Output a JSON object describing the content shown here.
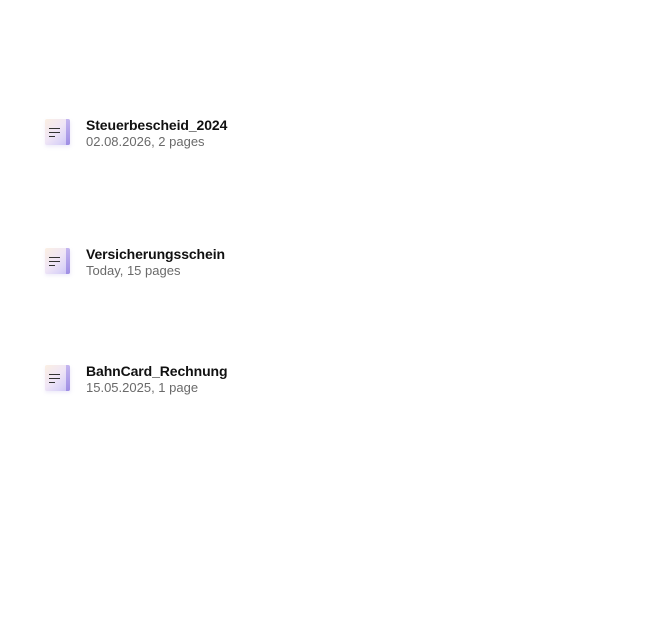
{
  "documents": [
    {
      "title": "Steuerbescheid_2024",
      "meta": "02.08.2026, 2 pages",
      "icon": "document-icon"
    },
    {
      "title": "Versicherungsschein",
      "meta": "Today, 15 pages",
      "icon": "document-icon"
    },
    {
      "title": "BahnCard_Rechnung",
      "meta": "15.05.2025, 1 page",
      "icon": "document-icon"
    }
  ],
  "colors": {
    "title": "#111111",
    "meta": "#6a6a6a",
    "thumb_accent": "#9f8ee4"
  }
}
